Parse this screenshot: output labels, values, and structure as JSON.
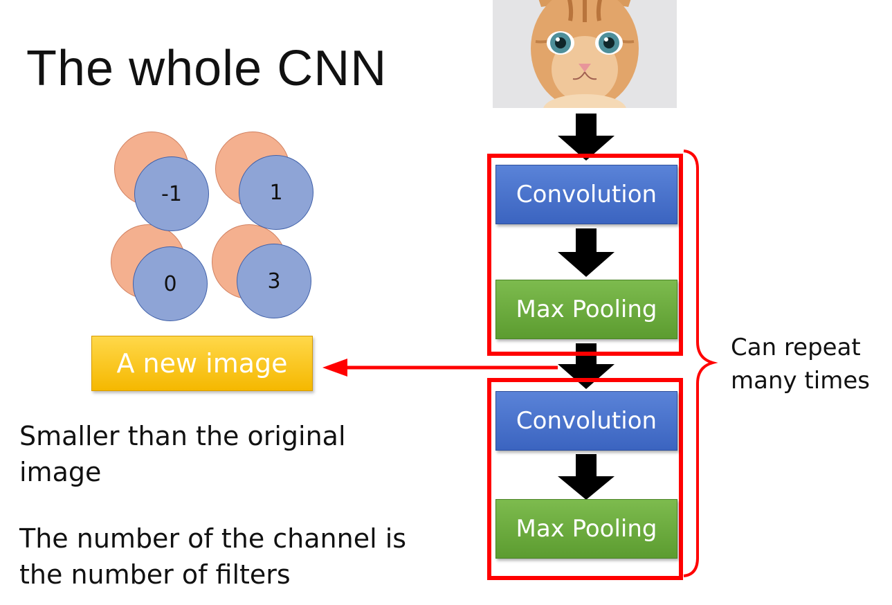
{
  "title": "The whole CNN",
  "feature_map": {
    "values": [
      "-1",
      "1",
      "0",
      "3"
    ]
  },
  "new_image_label": "A new image",
  "bullets": [
    "Smaller than the original image",
    "The number of the channel is the number of filters"
  ],
  "input_image": "cat-photo",
  "pipeline": {
    "blocks": [
      {
        "label": "Convolution",
        "color": "#4472c4"
      },
      {
        "label": "Max Pooling",
        "color": "#70ad47"
      },
      {
        "label": "Convolution",
        "color": "#4472c4"
      },
      {
        "label": "Max Pooling",
        "color": "#70ad47"
      }
    ]
  },
  "repeat_note": "Can repeat many times",
  "colors": {
    "highlight": "#ff0000",
    "arrow": "#000000",
    "new_image_box": "#ffc000"
  }
}
